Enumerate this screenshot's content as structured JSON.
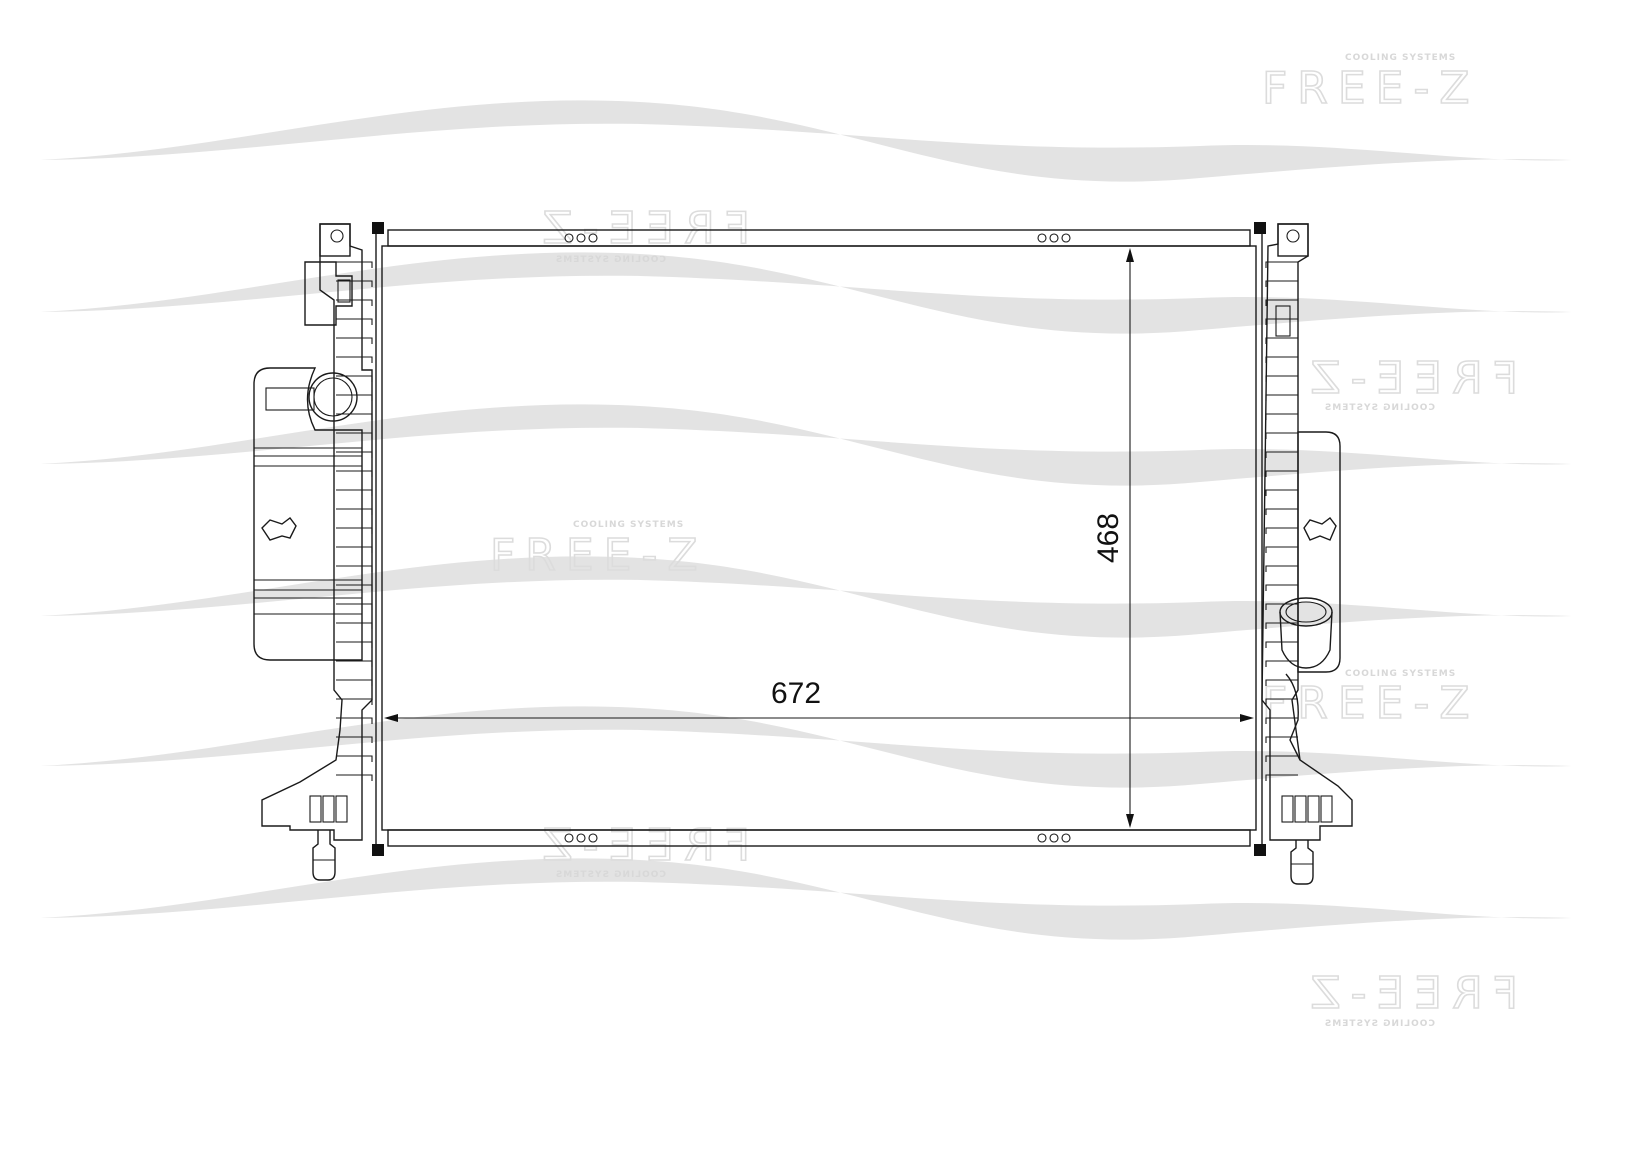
{
  "watermark": {
    "brand": "FREE-Z",
    "tagline": "COOLING SYSTEMS",
    "wave_color": "#e3e3e3",
    "text_color": "#dcdcdc"
  },
  "drawing": {
    "part": "radiator",
    "line_color": "#1a1a1a",
    "width_dimension": "672",
    "height_dimension": "468"
  }
}
